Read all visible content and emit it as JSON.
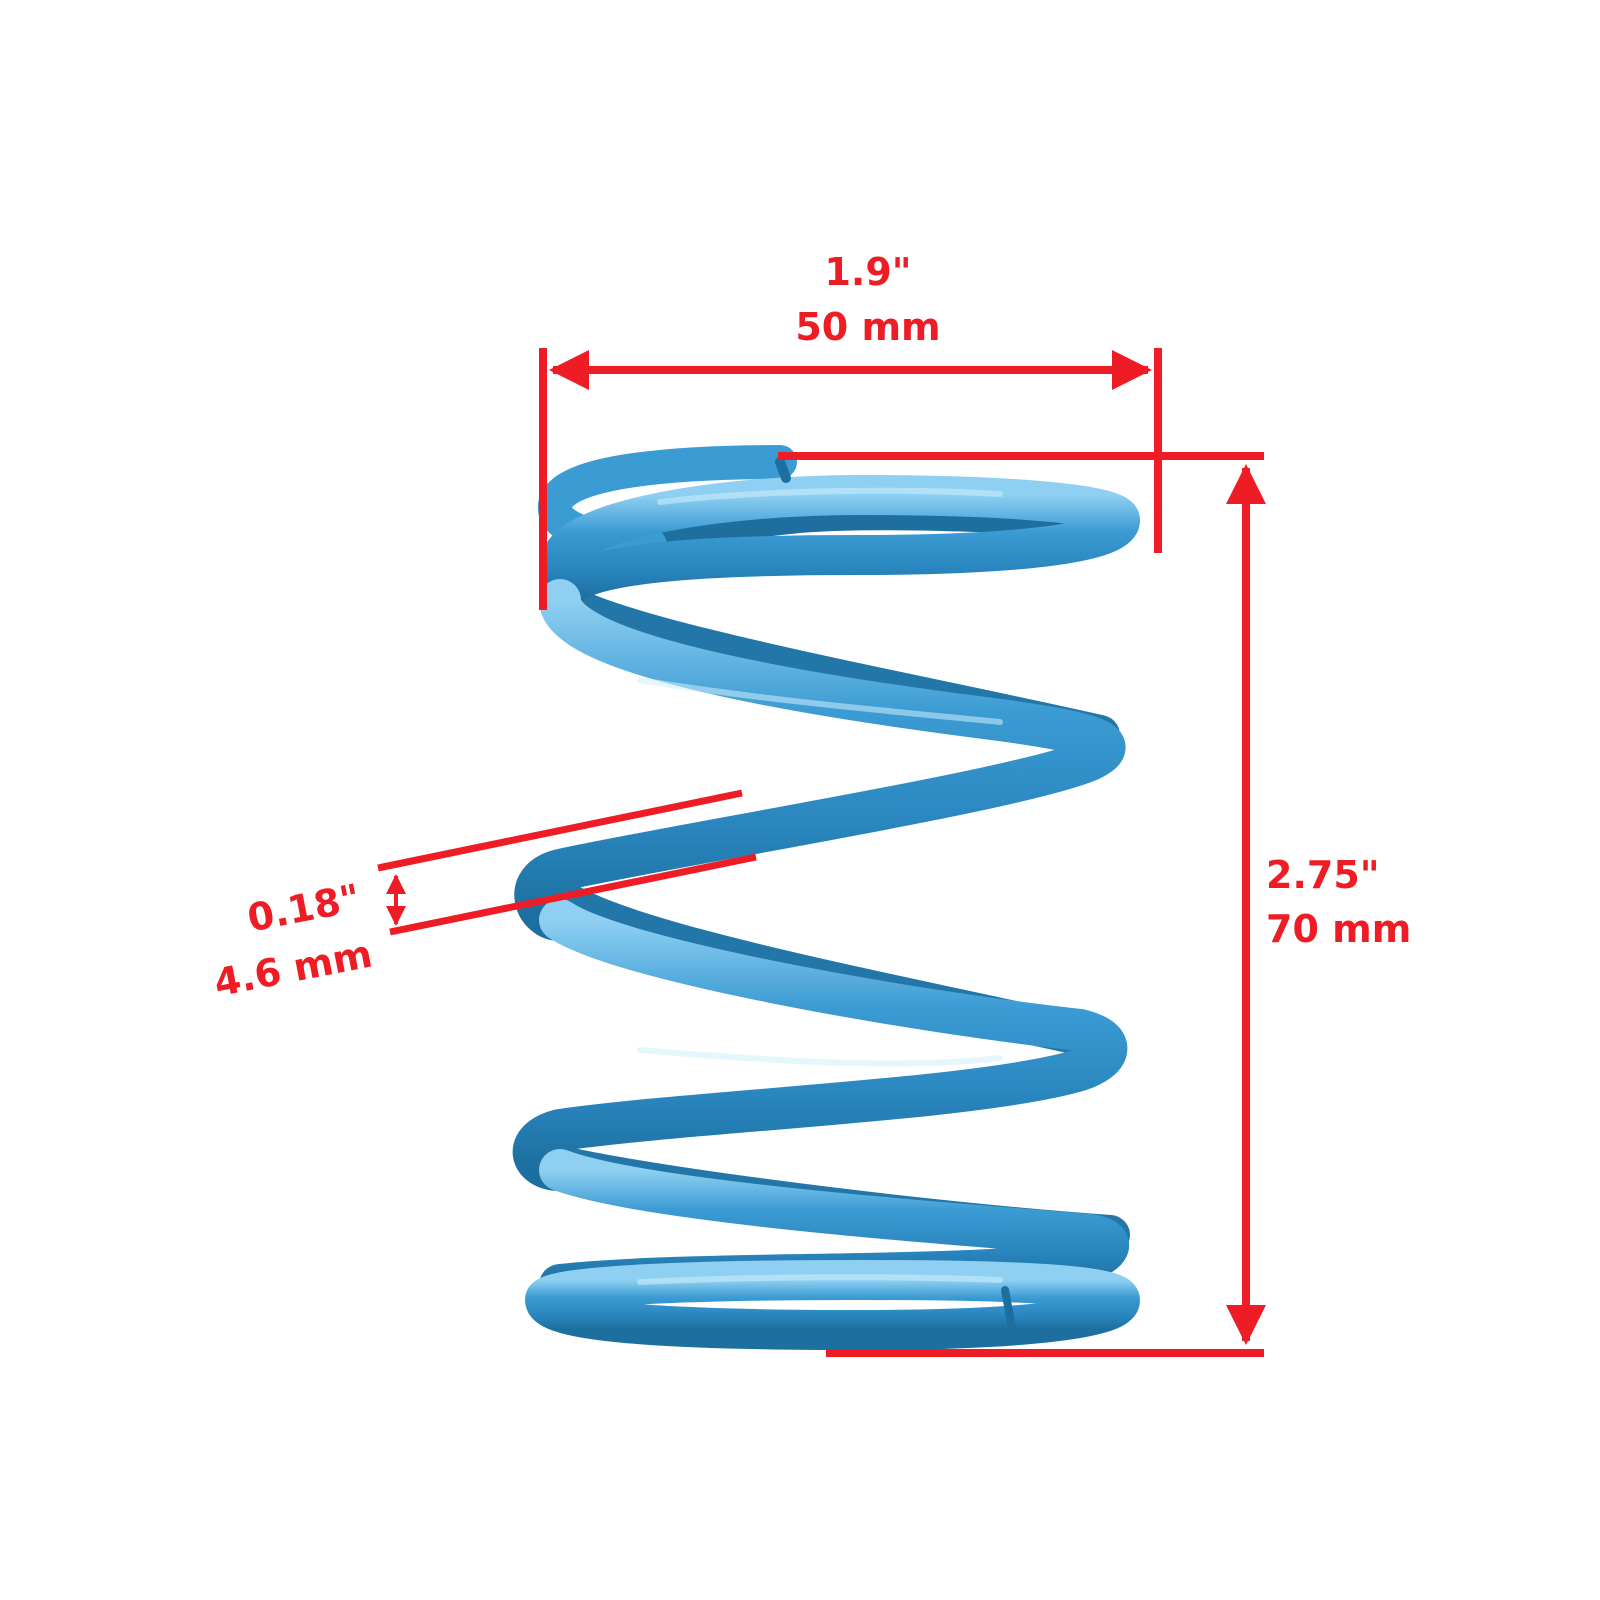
{
  "colors": {
    "background": "#ffffff",
    "dimension": "#ee1c24",
    "spring_dark": "#1c6f9e",
    "spring_mid": "#2f8cc4",
    "spring_light": "#8fd0f2"
  },
  "dimensions": {
    "outer_diameter": {
      "imperial": "1.9\"",
      "metric": "50 mm"
    },
    "free_length": {
      "imperial": "2.75\"",
      "metric": "70 mm"
    },
    "wire_diameter": {
      "imperial": "0.18\"",
      "metric": "4.6 mm"
    }
  }
}
